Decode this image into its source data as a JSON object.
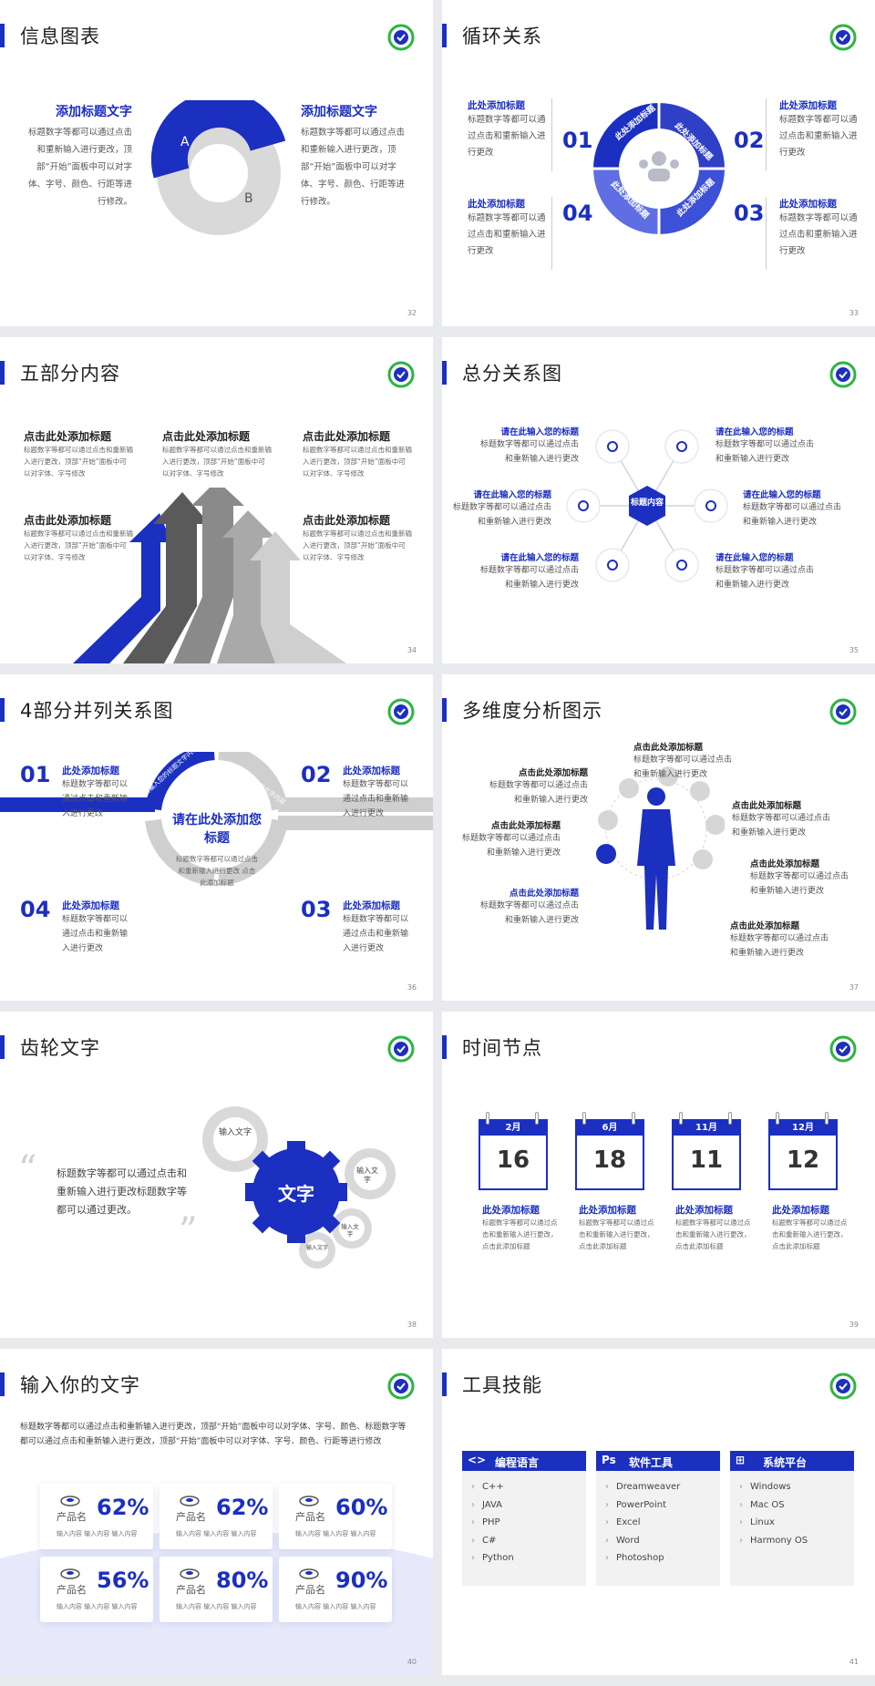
{
  "colors": {
    "accent": "#1b2fc1",
    "gray": "#d9d9d9",
    "dark_gray": "#7f7f7f"
  },
  "s32": {
    "title": "信息图表",
    "page": "32",
    "left_head": "添加标题文字",
    "left_body": "标题数字等都可以通过点击和重新输入进行更改，顶部“开始”面板中可以对字体、字号、颜色、行距等进行修改。",
    "right_head": "添加标题文字",
    "right_body": "标题数字等都可以通过点击和重新输入进行更改，顶部“开始”面板中可以对字体、字号、颜色、行距等进行修改。",
    "label_a": "A",
    "label_b": "B"
  },
  "s33": {
    "title": "循环关系",
    "page": "33",
    "items": [
      {
        "num": "01",
        "head": "此处添加标题",
        "body": "标题数字等都可以通过点击和重新输入进行更改"
      },
      {
        "num": "02",
        "head": "此处添加标题",
        "body": "标题数字等都可以通过点击和重新输入进行更改"
      },
      {
        "num": "03",
        "head": "此处添加标题",
        "body": "标题数字等都可以通过点击和重新输入进行更改"
      },
      {
        "num": "04",
        "head": "此处添加标题",
        "body": "标题数字等都可以通过点击和重新输入进行更改"
      }
    ],
    "ring_label": "此处添加标题"
  },
  "s34": {
    "title": "五部分内容",
    "page": "34",
    "head": "点击此处添加标题",
    "body": "标题数字等都可以通过点击和重新输入进行更改，顶部“开始”面板中可以对字体、字号修改"
  },
  "s35": {
    "title": "总分关系图",
    "page": "35",
    "center": "标题内容",
    "head": "请在此输入您的标题",
    "body": "标题数字等都可以通过点击和重新输入进行更改"
  },
  "s36": {
    "title": "4部分并列关系图",
    "page": "36",
    "items": [
      {
        "num": "01",
        "head": "此处添加标题",
        "body": "标题数字等都可以通过点击和重新输入进行更改"
      },
      {
        "num": "02",
        "head": "此处添加标题",
        "body": "标题数字等都可以通过点击和重新输入进行更改"
      },
      {
        "num": "03",
        "head": "此处添加标题",
        "body": "标题数字等都可以通过点击和重新输入进行更改"
      },
      {
        "num": "04",
        "head": "此处添加标题",
        "body": "标题数字等都可以通过点击和重新输入进行更改"
      }
    ],
    "center_head": "请在此处添加您标题",
    "center_body": "标题数字等都可以通过点击和重新输入进行更改 点击此添加标题",
    "arc_text": "请输入您的标题文字内容"
  },
  "s37": {
    "title": "多维度分析图示",
    "page": "37",
    "head": "点击此处添加标题",
    "body": "标题数字等都可以通过点击和重新输入进行更改"
  },
  "s38": {
    "title": "齿轮文字",
    "page": "38",
    "quote": "标题数字等都可以通过点击和重新输入进行更改标题数字等都可以通过更改。",
    "gear_main": "文字",
    "gear_small": "输入文字"
  },
  "s39": {
    "title": "时间节点",
    "page": "39",
    "items": [
      {
        "month": "2月",
        "day": "16"
      },
      {
        "month": "6月",
        "day": "18"
      },
      {
        "month": "11月",
        "day": "11"
      },
      {
        "month": "12月",
        "day": "12"
      }
    ],
    "head": "此处添加标题",
    "body": "标题数字等都可以通过点击和重新输入进行更改，点击此添加标题"
  },
  "s40": {
    "title": "输入你的文字",
    "page": "40",
    "intro": "标题数字等都可以通过点击和重新输入进行更改，顶部“开始”面板中可以对字体、字号、颜色、标题数字等都可以通过点击和重新输入进行更改，顶部“开始”面板中可以对字体、字号、颜色、行距等进行修改",
    "card_label": "产品名",
    "card_sub": "输入内容 输入内容 输入内容",
    "cards": [
      "62%",
      "62%",
      "60%",
      "56%",
      "80%",
      "90%"
    ]
  },
  "s41": {
    "title": "工具技能",
    "page": "41",
    "columns": [
      {
        "icon": "code-icon",
        "label": "编程语言",
        "items": [
          "C++",
          "JAVA",
          "PHP",
          "C#",
          "Python"
        ]
      },
      {
        "icon": "ps-icon",
        "label": "软件工具",
        "items": [
          "Dreamweaver",
          "PowerPoint",
          "Excel",
          "Word",
          "Photoshop"
        ]
      },
      {
        "icon": "windows-icon",
        "label": "系统平台",
        "items": [
          "Windows",
          "Mac OS",
          "Linux",
          "Harmony OS"
        ]
      }
    ]
  }
}
